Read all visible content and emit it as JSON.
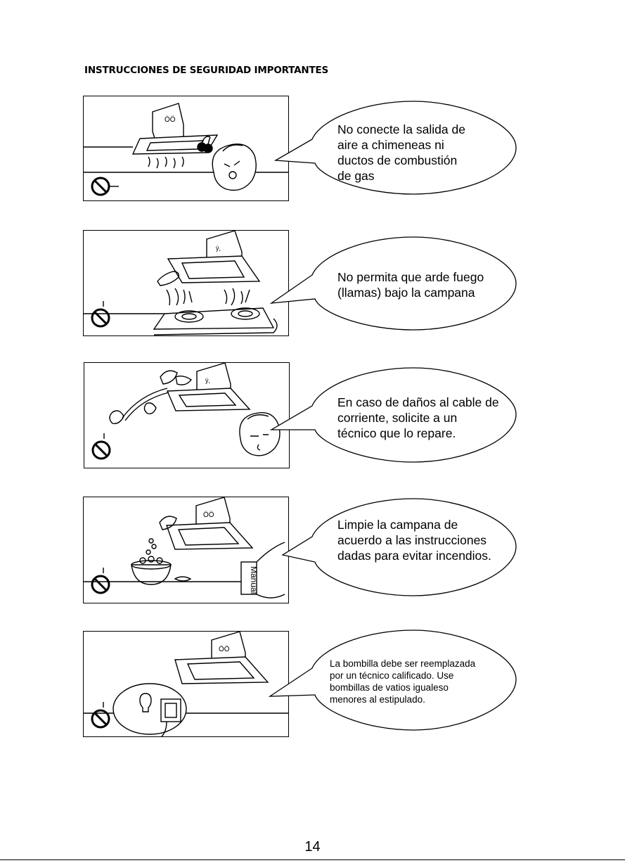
{
  "header": {
    "title": "INSTRUCCIONES DE SEGURIDAD IMPORTANTES"
  },
  "panels": [
    {
      "bubble_text": "No conecte la salida de\naire a chimeneas ni\nductos de combustión\nde gas"
    },
    {
      "bubble_text": "No permita que arde fuego\n(llamas) bajo la campana"
    },
    {
      "bubble_text": "En caso de daños al cable de\ncorriente, solicite a un\ntécnico que lo repare."
    },
    {
      "bubble_text": "Limpie la campana de\nacuerdo a las instrucciones\ndadas para evitar incendios.",
      "manual_label": "Manual"
    },
    {
      "bubble_text": "La bombilla debe ser reemplazada\npor un técnico calificado. Use\nbombillas de vatios igualeso\nmenores al estipulado."
    }
  ],
  "footer": {
    "page_number": "14"
  }
}
